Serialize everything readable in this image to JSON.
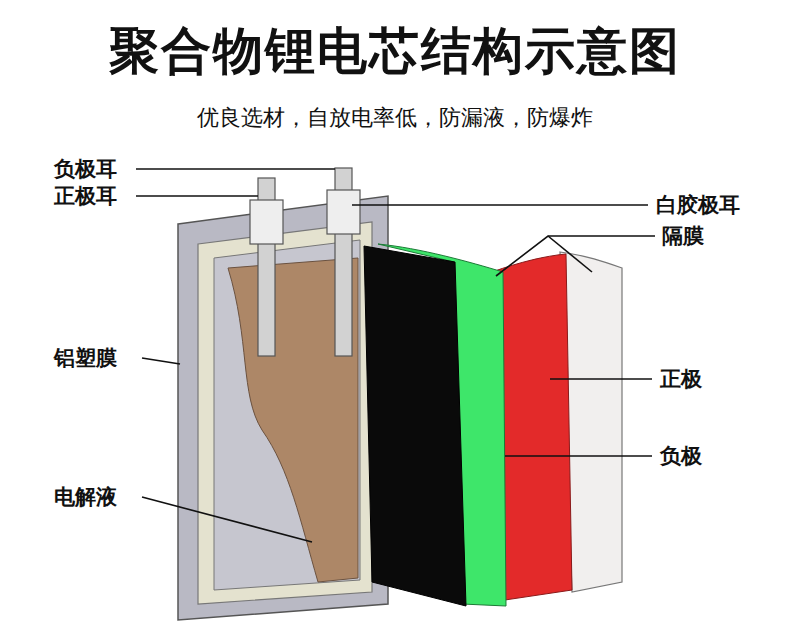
{
  "diagram": {
    "title": "聚合物锂电芯结构示意图",
    "labels": [
      "优良选材，自放电率低，防漏液，防爆炸",
      "负极耳",
      "正极耳",
      "白胶极耳",
      "隔膜",
      "铝塑膜",
      "正极",
      "负极",
      "电解液"
    ]
  }
}
